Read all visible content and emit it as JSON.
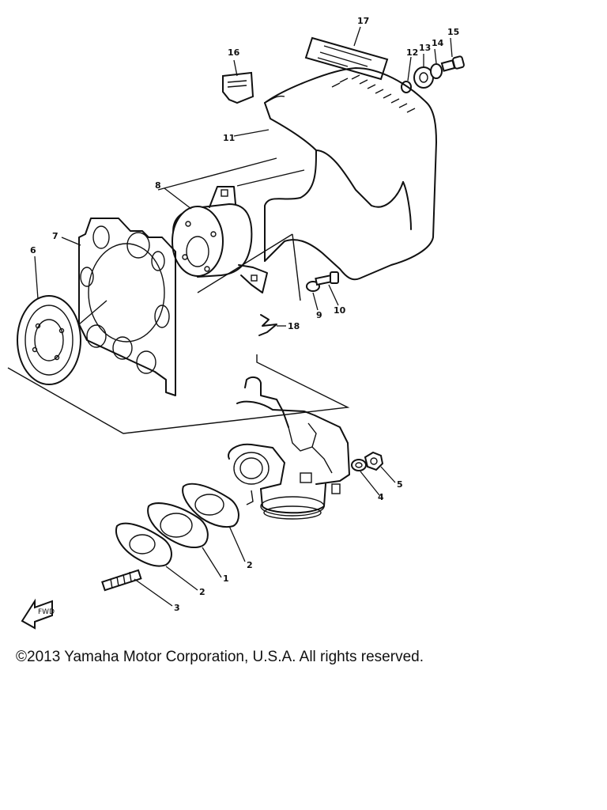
{
  "callouts": [
    {
      "id": "p1",
      "label": "1"
    },
    {
      "id": "p2a",
      "label": "2"
    },
    {
      "id": "p2b",
      "label": "2"
    },
    {
      "id": "p3",
      "label": "3"
    },
    {
      "id": "p4",
      "label": "4"
    },
    {
      "id": "p5",
      "label": "5"
    },
    {
      "id": "p6",
      "label": "6"
    },
    {
      "id": "p7",
      "label": "7"
    },
    {
      "id": "p8",
      "label": "8"
    },
    {
      "id": "p9",
      "label": "9"
    },
    {
      "id": "p10",
      "label": "10"
    },
    {
      "id": "p11",
      "label": "11"
    },
    {
      "id": "p12",
      "label": "12"
    },
    {
      "id": "p13",
      "label": "13"
    },
    {
      "id": "p14",
      "label": "14"
    },
    {
      "id": "p15",
      "label": "15"
    },
    {
      "id": "p16",
      "label": "16"
    },
    {
      "id": "p17",
      "label": "17"
    },
    {
      "id": "p18",
      "label": "18"
    }
  ],
  "front_arrow_icon": "fwd-arrow-icon",
  "footer": {
    "copyright": "©2013 Yamaha Motor Corporation, U.S.A. All rights reserved."
  }
}
